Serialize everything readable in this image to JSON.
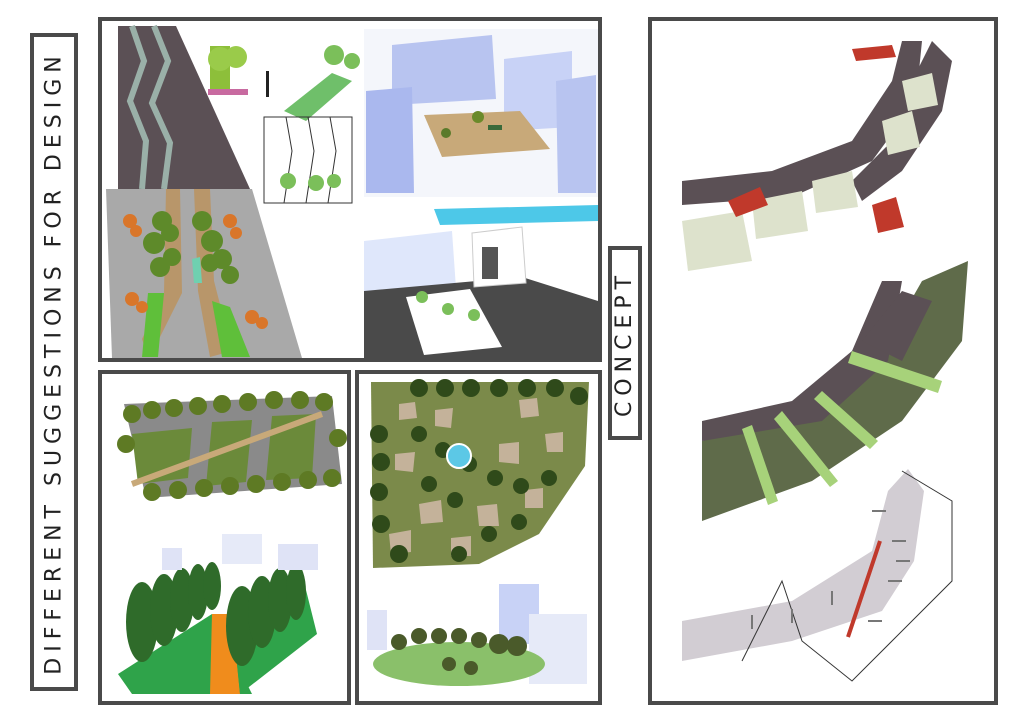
{
  "labels": {
    "left_title": "DIFFERENT SUGGESTIONS FOR DESIGN",
    "center_title": "CONCEPT"
  },
  "panels": {
    "top_left": "design-suggestion-street-corridor",
    "bottom_left": "design-suggestion-tree-lined-plaza",
    "bottom_middle": "design-suggestion-organic-park",
    "right": "concept-diagrams"
  },
  "colors": {
    "frame": "#4a4a4a",
    "road": "#5b5055",
    "grass": "#6b8a3a",
    "tree": "#5e8a2a",
    "path": "#c8a979",
    "building": "#b8c4f0",
    "arrow_red": "#c0392b",
    "arrow_green": "#a7d27a",
    "orange": "#f08c1c"
  }
}
